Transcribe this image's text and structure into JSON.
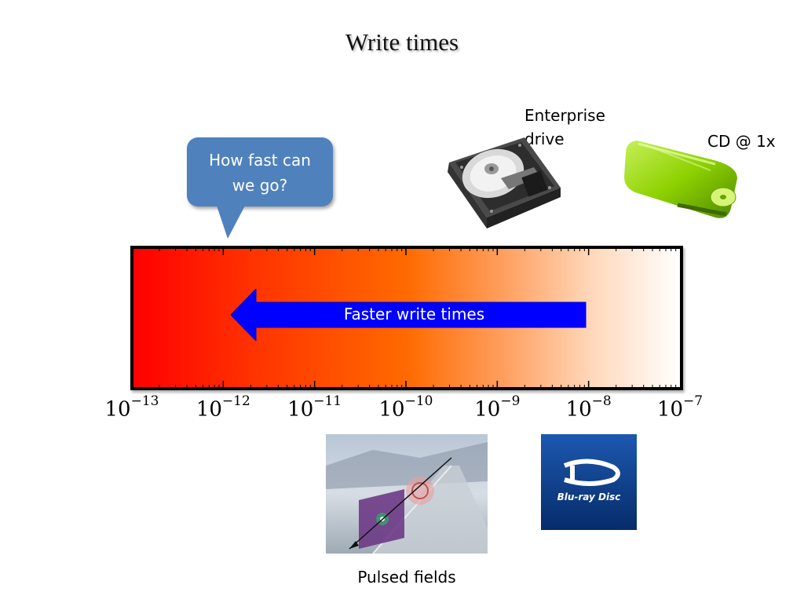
{
  "title": "Write times",
  "callout": {
    "line1": "How fast can",
    "line2": "we go?"
  },
  "arrow_label": "Faster write times",
  "axis": {
    "scale": "log",
    "range": [
      1e-13,
      1e-07
    ],
    "tick_labels": [
      {
        "base": "10",
        "exp": "−13"
      },
      {
        "base": "10",
        "exp": "−12"
      },
      {
        "base": "10",
        "exp": "−11"
      },
      {
        "base": "10",
        "exp": "−10"
      },
      {
        "base": "10",
        "exp": "−9"
      },
      {
        "base": "10",
        "exp": "−8"
      },
      {
        "base": "10",
        "exp": "−7"
      }
    ]
  },
  "media": {
    "hdd_label_line1": "Enterprise",
    "hdd_label_line2": "drive",
    "cd_label": "CD @ 1x",
    "pulsed_label": "Pulsed fields",
    "bluray_text": "Blu-ray Disc"
  },
  "colors": {
    "callout": "#4f81bd",
    "arrow": "#0000ff",
    "gradient_start": "#ff0000",
    "gradient_end": "#ffffff",
    "bluray_bg": "#0a3d86",
    "cd_green": "#8ed100"
  },
  "icons": [
    "hard-drive-icon",
    "cd-drive-icon",
    "pulsed-field-image",
    "bluray-logo"
  ]
}
